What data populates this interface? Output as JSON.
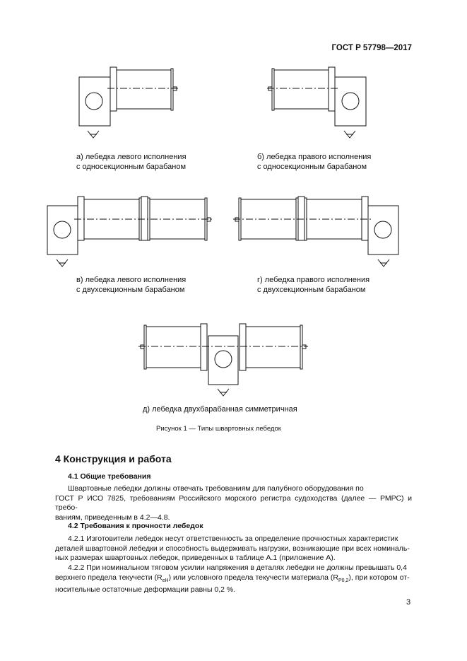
{
  "header": {
    "standard": "ГОСТ Р 57798—2017"
  },
  "figure": {
    "captions": {
      "a": [
        "а) лебедка левого исполнения",
        "с односекционным барабаном"
      ],
      "b": [
        "б) лебедка правого исполнения",
        "с односекционным барабаном"
      ],
      "v": [
        "в) лебедка левого исполнения",
        "с двухсекционным барабаном"
      ],
      "g": [
        "г) лебедка правого исполнения",
        "с двухсекционным барабаном"
      ],
      "d": [
        "д) лебедка двухбарабанная симметричная"
      ]
    },
    "title": "Рисунок 1 — Типы швартовных лебедок"
  },
  "section": {
    "title": "4 Конструкция и работа",
    "sub1": {
      "title": "4.1 Общие требования",
      "lines": [
        "Швартовные лебедки должны отвечать требованиям для палубного оборудования по",
        "ГОСТ Р ИСО 7825, требованиям Российского морского регистра судоходства (далее — РМРС) и требо-",
        "ваниям, приведенным в 4.2—4.8."
      ]
    },
    "sub2": {
      "title": "4.2 Требования к прочности лебедок",
      "p1": [
        "4.2.1 Изготовители лебедок несут ответственность за определение прочностных характеристик",
        "деталей швартовной лебедки и способность выдерживать нагрузки, возникающие при всех номиналь-",
        "ных размерах швартовных лебедок, приведенных в таблице А.1 (приложение А)."
      ],
      "p2_line1": "4.2.2 При номинальном тяговом усилии напряжения в деталях лебедки не должны превышать 0,4",
      "p2_line2": {
        "a": "верхнего предела текучести (R",
        "sub1": "eH",
        "b": ") или условного предела текучести материала (R",
        "sub2": "P0,2",
        "c": "), при котором от-"
      },
      "p2_line3": "носительные остаточные деформации равны 0,2 %."
    }
  },
  "page_number": "3"
}
